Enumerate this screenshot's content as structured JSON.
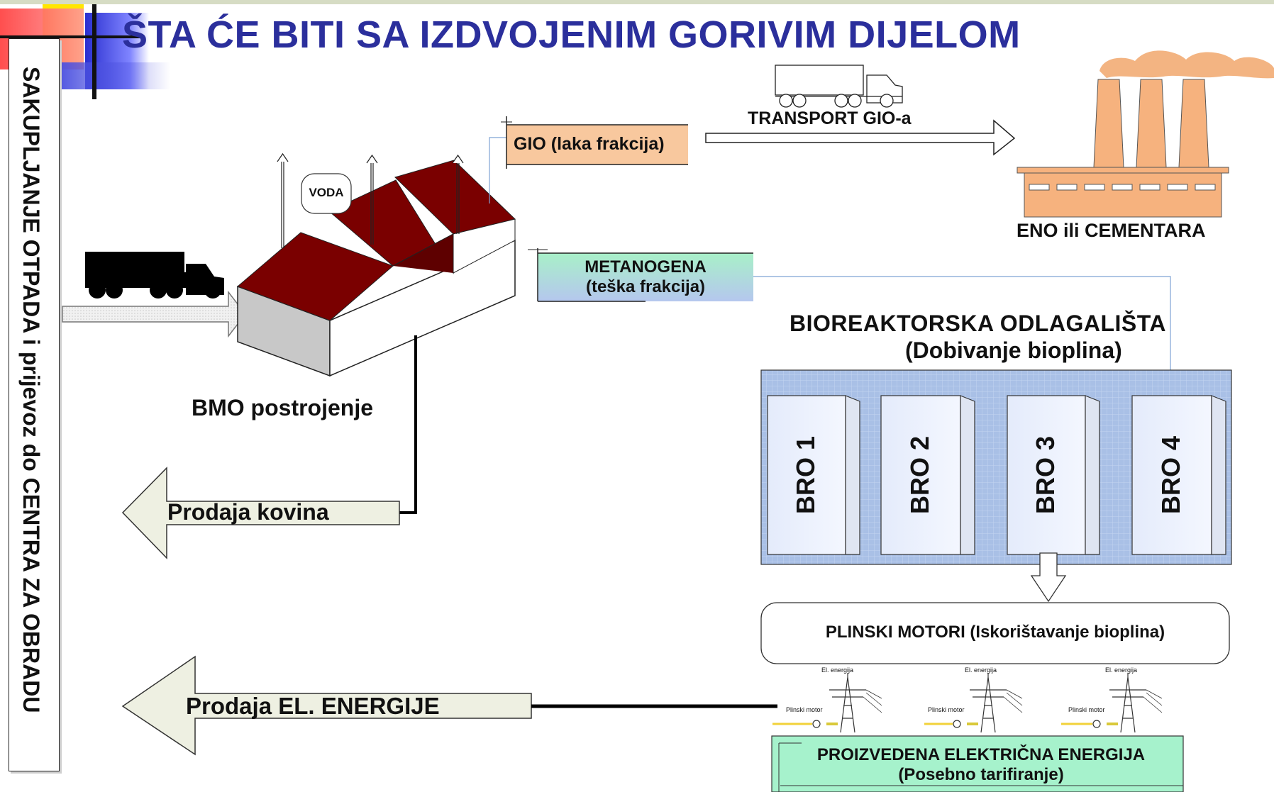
{
  "header": {
    "title": "ŠTA ĆE BITI SA IZDVOJENIM GORIVIM DIJELOM"
  },
  "sidebar": {
    "text": "SAKUPLJANJE OTPADA i prijevoz do CENTRA ZA OBRADU"
  },
  "plant": {
    "label": "BMO postrojenje",
    "water_label": "VODA"
  },
  "gio": {
    "label": "GIO (laka frakcija)",
    "transport_label": "TRANSPORT GIO-a"
  },
  "cement": {
    "label": "ENO ili CEMENTARA"
  },
  "metanogena": {
    "line1": "METANOGENA",
    "line2": "(teška frakcija)"
  },
  "bioreactors": {
    "title": "BIOREAKTORSKA ODLAGALIŠTA",
    "subtitle": "(Dobivanje bioplina)",
    "units": [
      "BRO 1",
      "BRO 2",
      "BRO 3",
      "BRO 4"
    ]
  },
  "gas_engines": {
    "label": "PLINSKI MOTORI (Iskorištavanje bioplina)"
  },
  "power": {
    "top_labels": [
      "El. energija",
      "El. energija",
      "El. energija"
    ],
    "motor_labels": [
      "Plinski motor",
      "Plinski motor",
      "Plinski motor"
    ]
  },
  "produced": {
    "line1": "PROIZVEDENA ELEKTRIČNA ENERGIJA",
    "line2": "(Posebno tarifiranje)"
  },
  "sales": {
    "metals": "Prodaja kovina",
    "electricity": "Prodaja EL. ENERGIJE"
  },
  "colors": {
    "title": "#2b2f9c",
    "roof": "#7a0000",
    "gio_fill": "#f8c89e",
    "bro_panel": "#a9c0e6",
    "produced_fill": "#a6f2cc",
    "arrow_fill": "#eef0e2"
  }
}
